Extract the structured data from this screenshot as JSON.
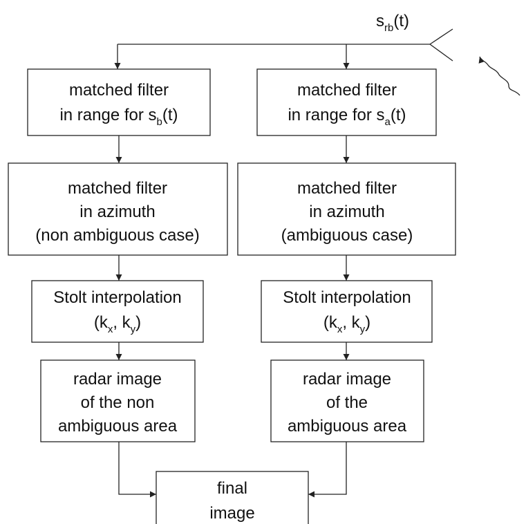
{
  "diagram": {
    "input_signal": {
      "base": "s",
      "sub": "rb",
      "suffix": "(t)"
    },
    "left_branch": {
      "range_filter": {
        "line1": "matched filter",
        "line2_prefix": "in range for s",
        "line2_sub": "b",
        "line2_suffix": "(t)"
      },
      "azimuth_filter": {
        "line1": "matched filter",
        "line2": "in azimuth",
        "line3": "(non ambiguous case)"
      },
      "stolt": {
        "line1": "Stolt interpolation",
        "line2_open": "(k",
        "sub_x": "x",
        "comma": ", k",
        "sub_y": "y",
        "close": ")"
      },
      "image": {
        "line1": "radar image",
        "line2": "of the non",
        "line3": "ambiguous area"
      }
    },
    "right_branch": {
      "range_filter": {
        "line1": "matched filter",
        "line2_prefix": "in range for s",
        "line2_sub": "a",
        "line2_suffix": "(t)"
      },
      "azimuth_filter": {
        "line1": "matched filter",
        "line2": "in azimuth",
        "line3": "(ambiguous case)"
      },
      "stolt": {
        "line1": "Stolt interpolation",
        "line2_open": "(k",
        "sub_x": "x",
        "comma": ", k",
        "sub_y": "y",
        "close": ")"
      },
      "image": {
        "line1": "radar image",
        "line2": "of the",
        "line3": "ambiguous area"
      }
    },
    "final": {
      "line1": "final",
      "line2": "image"
    }
  }
}
